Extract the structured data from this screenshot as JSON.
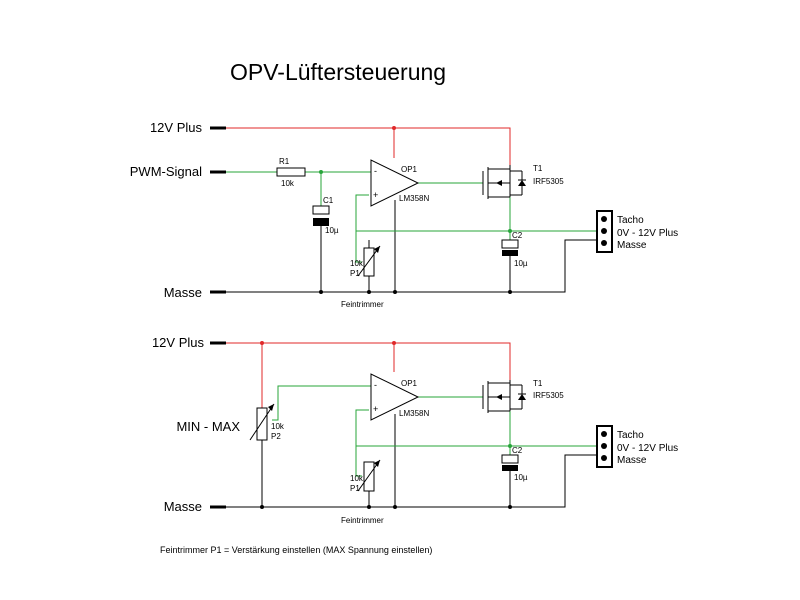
{
  "title": "OPV-Lüftersteuerung",
  "colors": {
    "plus_wire": "#e0282a",
    "signal_wire": "#27a53a",
    "ground_wire": "#000000"
  },
  "circuit1": {
    "rail_plus": "12V Plus",
    "input": "PWM-Signal",
    "rail_gnd": "Masse",
    "r1_name": "R1",
    "r1_value": "10k",
    "c1_name": "C1",
    "c1_value": "10µ",
    "op_name": "OP1",
    "op_type": "LM358N",
    "op_minus": "-",
    "op_plus": "+",
    "t1_name": "T1",
    "t1_type": "IRF5305",
    "c2_name": "C2",
    "c2_value": "10µ",
    "p1_value": "10k",
    "p1_name": "P1",
    "trimmer_label": "Feintrimmer",
    "connector": [
      "Tacho",
      "0V - 12V Plus",
      "Masse"
    ]
  },
  "circuit2": {
    "rail_plus": "12V Plus",
    "input": "MIN - MAX",
    "rail_gnd": "Masse",
    "p2_value": "10k",
    "p2_name": "P2",
    "op_name": "OP1",
    "op_type": "LM358N",
    "op_minus": "-",
    "op_plus": "+",
    "t1_name": "T1",
    "t1_type": "IRF5305",
    "c2_name": "C2",
    "c2_value": "10µ",
    "p1_value": "10k",
    "p1_name": "P1",
    "trimmer_label": "Feintrimmer",
    "connector": [
      "Tacho",
      "0V - 12V Plus",
      "Masse"
    ]
  },
  "footnote": "Feintrimmer P1 = Verstärkung einstellen (MAX Spannung einstellen)"
}
